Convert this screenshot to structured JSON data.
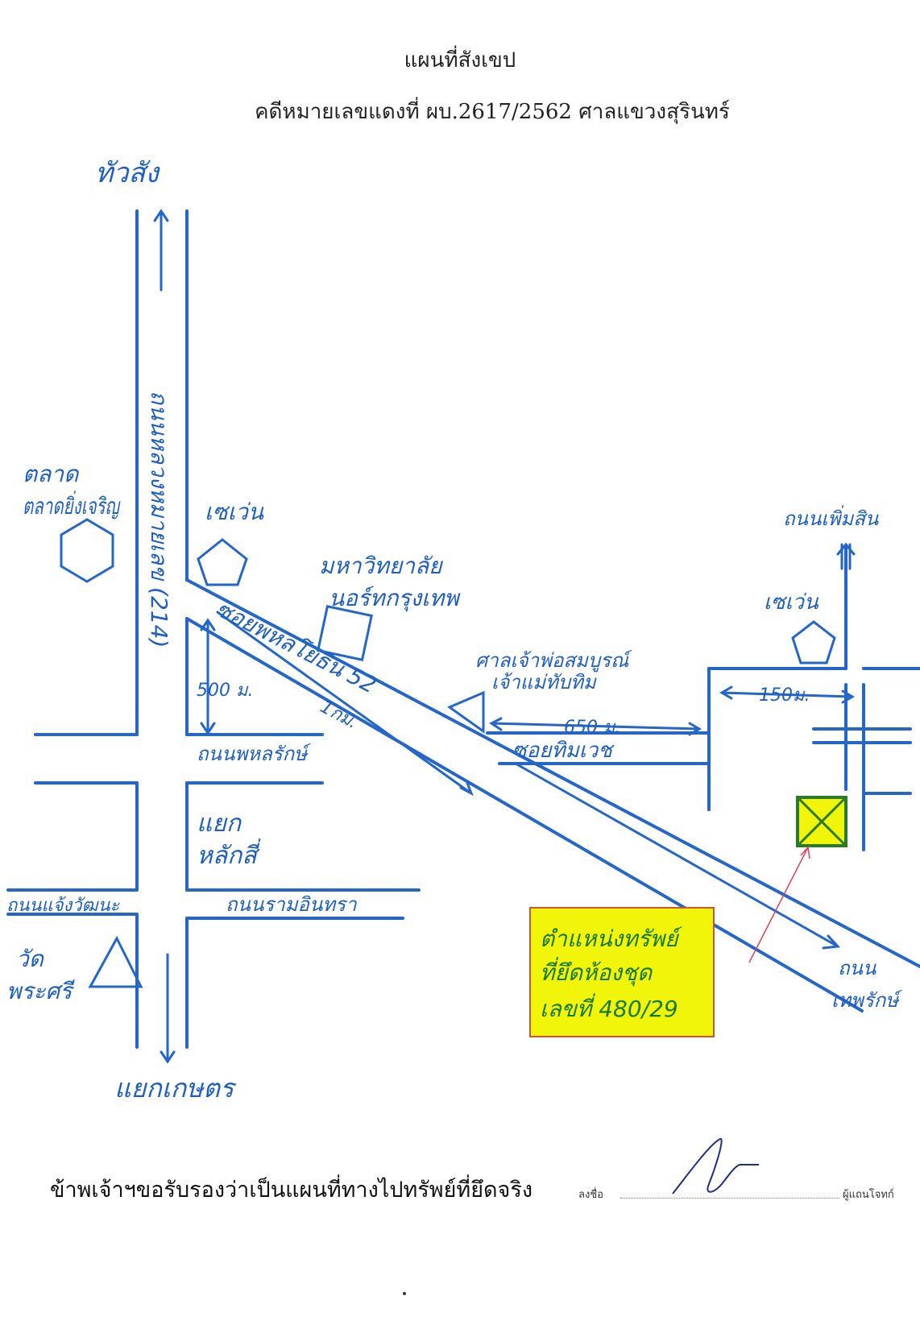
{
  "header": {
    "title": "แผนที่สังเขป",
    "case_line": "คดีหมายเลขแดงที่ ผบ.2617/2562  ศาลแขวงสุรินทร์"
  },
  "map": {
    "labels": {
      "north_dest": "ทัวสัง",
      "south_dest": "แยกเกษตร",
      "main_road": "ถนนหลวงหมายเลข (214)",
      "market": "ตลาดยิ่งเจริญ",
      "seven_eleven_1": "เซเว่น",
      "seven_eleven_2": "เซเว่น",
      "university_1": "มหาวิทยาลัย",
      "university_2": "นอร์ทกรุงเทพ",
      "soi_main": "ซอยพหลโยธิน 52",
      "shrine_1": "ศาลเจ้าพ่อสมบูรณ์",
      "shrine_2": "เจ้าแม่ทับทิม",
      "dist_500": "500 ม.",
      "dist_1km": "1กม.",
      "dist_650": "650 ม.",
      "dist_150": "150ม.",
      "road_phraram": "ถนนพหลรักษ์",
      "soi_thimwet": "ซอยทิมเวช",
      "junction_1": "แยก",
      "junction_2": "หลักสี่",
      "road_left": "ถนนแจ้งวัฒนะ",
      "road_right": "ถนนรามอินทรา",
      "temple_1": "วัด",
      "temple_2": "พระศรี",
      "road_top_right": "ถนนเพิ่มสิน",
      "road_bottom_right_1": "ถนน",
      "road_bottom_right_2": "เทพรักษ์",
      "property_1": "ตำแหน่งทรัพย์",
      "property_2": "ที่ยึดห้องชุด",
      "property_3": "เลขที่ 480/29"
    },
    "colors": {
      "ink": "#2466c9",
      "highlight": "#f0f50a",
      "pointer": "#e0405a"
    }
  },
  "footer": {
    "certification": "ข้าพเจ้าฯขอรับรองว่าเป็นแผนที่ทางไปทรัพย์ที่ยึดจริง",
    "sign_label": "ลงชื่อ",
    "role": "ผู้แถนโจทก์"
  }
}
